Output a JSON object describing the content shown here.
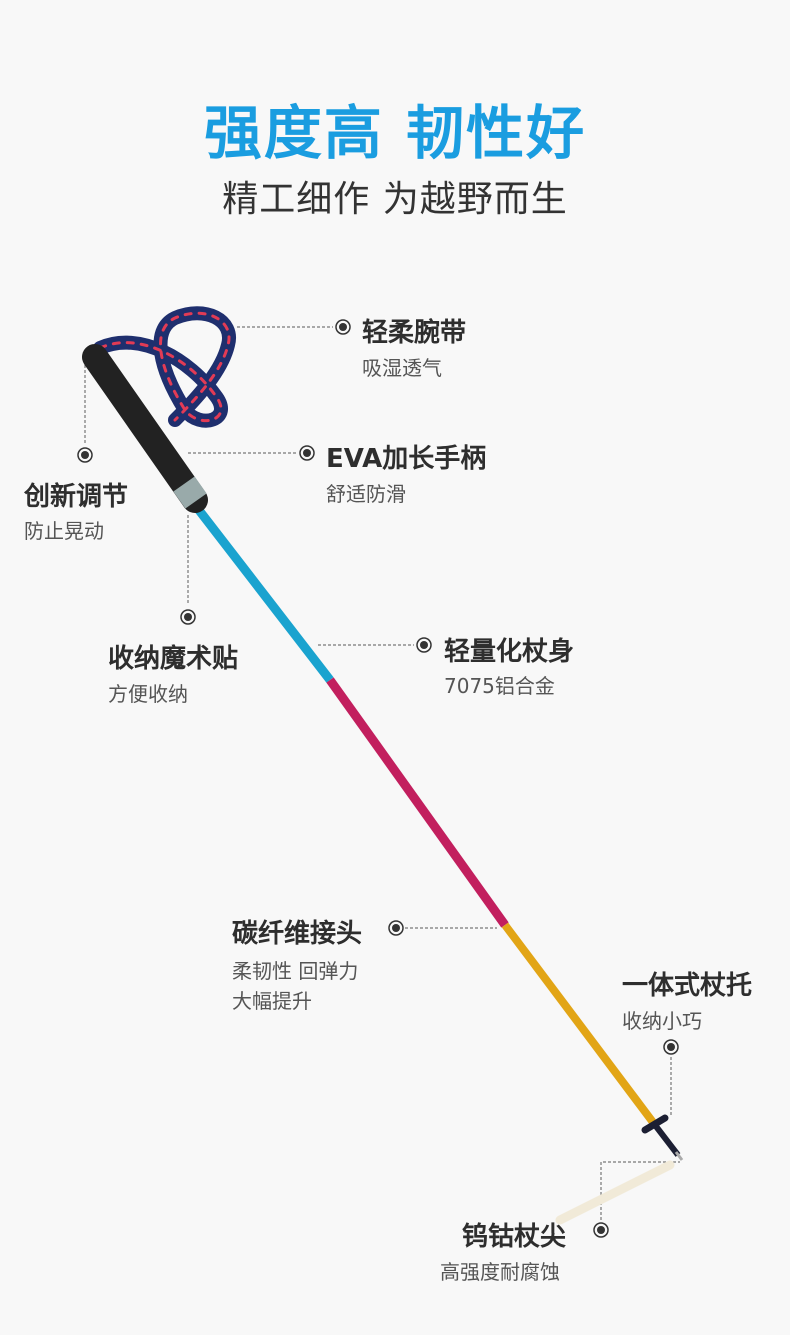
{
  "header": {
    "title": "强度高 韧性好",
    "subtitle": "精工细作 为越野而生"
  },
  "colors": {
    "accent": "#1a9de0",
    "shaft_blue": "#1aa3cf",
    "shaft_pink": "#c21f5e",
    "shaft_gold": "#e2a516",
    "grip": "#222222"
  },
  "features": [
    {
      "title": "轻柔腕带",
      "desc": [
        "吸湿透气"
      ]
    },
    {
      "title": "EVA加长手柄",
      "desc": [
        "舒适防滑"
      ]
    },
    {
      "title": "创新调节",
      "desc": [
        "防止晃动"
      ]
    },
    {
      "title": "收纳魔术贴",
      "desc": [
        "方便收纳"
      ]
    },
    {
      "title": "轻量化杖身",
      "desc": [
        "7075铝合金"
      ]
    },
    {
      "title": "碳纤维接头",
      "desc": [
        "柔韧性 回弹力",
        "大幅提升"
      ]
    },
    {
      "title": "一体式杖托",
      "desc": [
        "收纳小巧"
      ]
    },
    {
      "title": "钨钴杖尖",
      "desc": [
        "高强度耐腐蚀"
      ]
    }
  ]
}
